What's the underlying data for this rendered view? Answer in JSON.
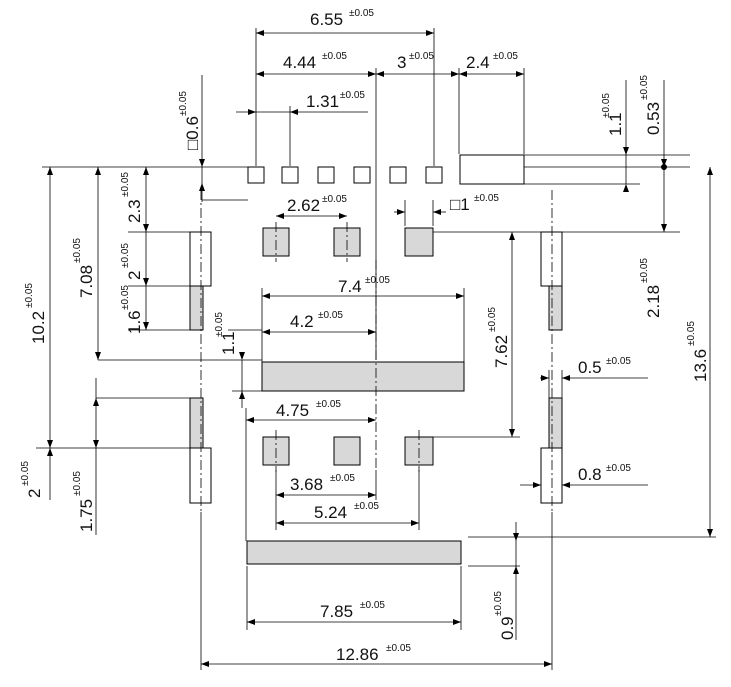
{
  "dimensions": {
    "d_6_55": {
      "value": "6.55",
      "tol": "±0.05"
    },
    "d_4_44": {
      "value": "4.44",
      "tol": "±0.05"
    },
    "d_3": {
      "value": "3",
      "tol": "±0.05"
    },
    "d_2_4": {
      "value": "2.4",
      "tol": "±0.05"
    },
    "d_0_6": {
      "value": "□0.6",
      "tol": "±0.05"
    },
    "d_1_31": {
      "value": "1.31",
      "tol": "±0.05"
    },
    "d_1_1_top": {
      "value": "1.1",
      "tol": "±0.05"
    },
    "d_0_53": {
      "value": "0.53",
      "tol": "±0.05"
    },
    "d_2_3": {
      "value": "2.3",
      "tol": "±0.05"
    },
    "d_2_62": {
      "value": "2.62",
      "tol": "±0.05"
    },
    "d_sq1": {
      "value": "□1",
      "tol": "±0.05"
    },
    "d_2_left": {
      "value": "2",
      "tol": "±0.05"
    },
    "d_10_2": {
      "value": "10.2",
      "tol": "±0.05"
    },
    "d_7_08": {
      "value": "7.08",
      "tol": "±0.05"
    },
    "d_2_18": {
      "value": "2.18",
      "tol": "±0.05"
    },
    "d_13_6": {
      "value": "13.6",
      "tol": "±0.05"
    },
    "d_1_6": {
      "value": "1.6",
      "tol": "±0.05"
    },
    "d_1_1_mid": {
      "value": "1.1",
      "tol": "±0.05"
    },
    "d_7_4": {
      "value": "7.4",
      "tol": "±0.05"
    },
    "d_4_2": {
      "value": "4.2",
      "tol": "±0.05"
    },
    "d_7_62": {
      "value": "7.62",
      "tol": "±0.05"
    },
    "d_0_5": {
      "value": "0.5",
      "tol": "±0.05"
    },
    "d_4_75": {
      "value": "4.75",
      "tol": "±0.05"
    },
    "d_2_bottom": {
      "value": "2",
      "tol": "±0.05"
    },
    "d_1_75": {
      "value": "1.75",
      "tol": "±0.05"
    },
    "d_3_68": {
      "value": "3.68",
      "tol": "±0.05"
    },
    "d_0_8": {
      "value": "0.8",
      "tol": "±0.05"
    },
    "d_5_24": {
      "value": "5.24",
      "tol": "±0.05"
    },
    "d_7_85": {
      "value": "7.85",
      "tol": "±0.05"
    },
    "d_0_9": {
      "value": "0.9",
      "tol": "±0.05"
    },
    "d_12_86": {
      "value": "12.86",
      "tol": "±0.05"
    }
  }
}
